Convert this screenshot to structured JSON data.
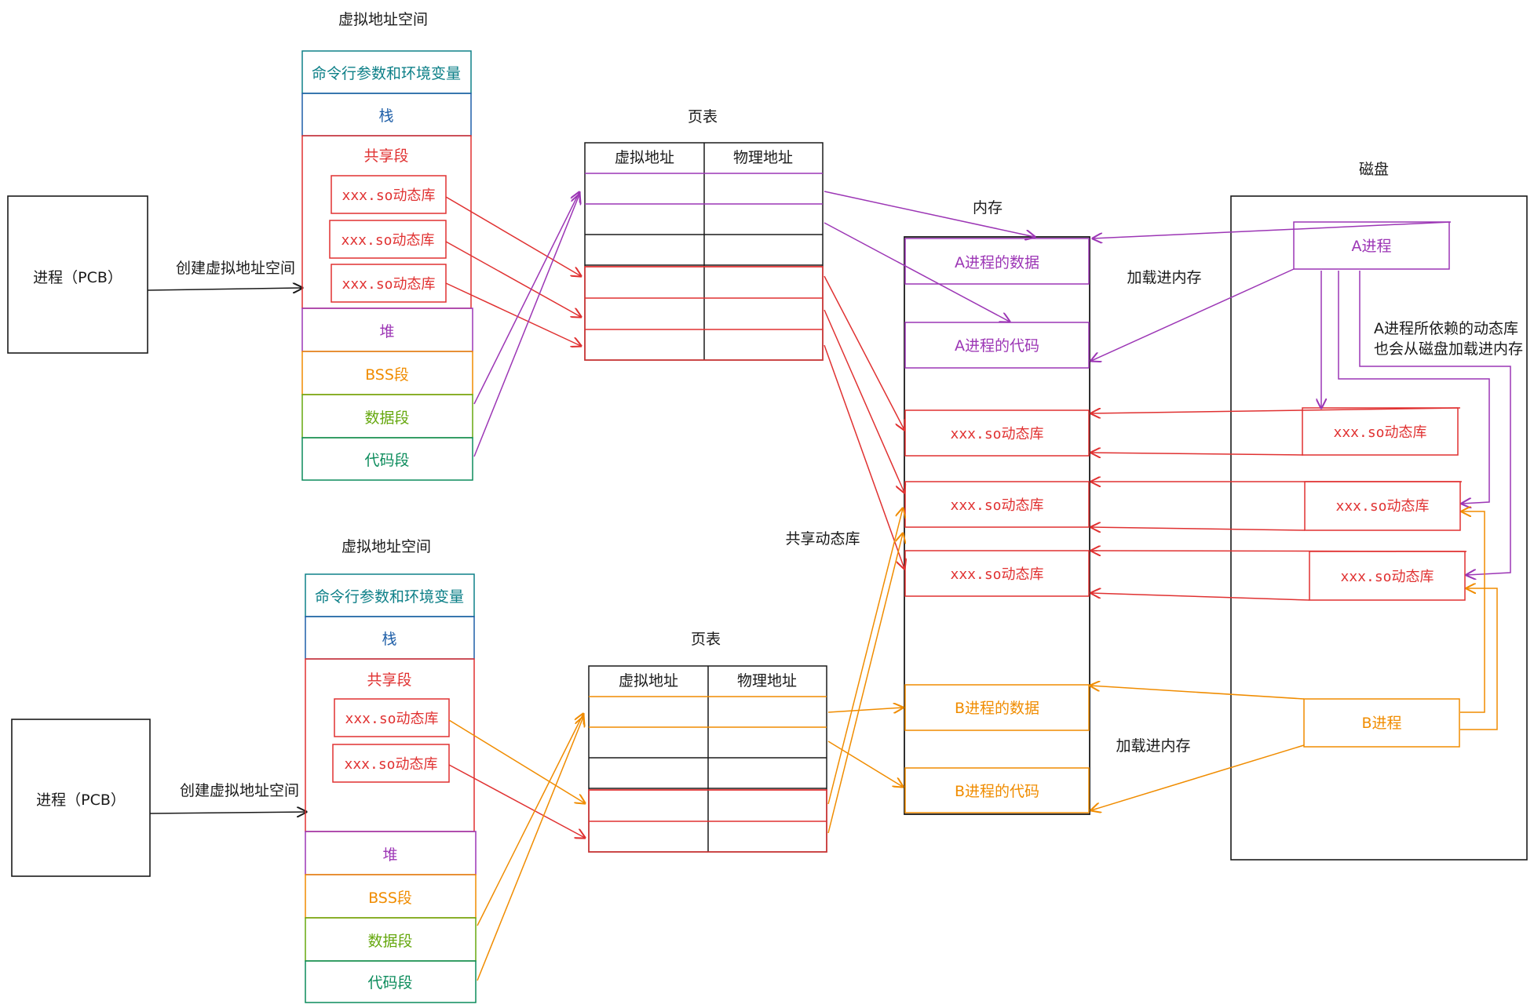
{
  "colors": {
    "black": "#1a1a1a",
    "teal": "#0e8088",
    "blue": "#1f5fa8",
    "red": "#e03131",
    "purple": "#9c36b5",
    "orange": "#f08c00",
    "green": "#66a80f",
    "darkgreen": "#0c8c5c"
  },
  "process_a": {
    "pcb_label": "进程（PCB）",
    "create_label": "创建虚拟地址空间",
    "vas_title": "虚拟地址空间",
    "segments": {
      "args": "命令行参数和环境变量",
      "stack": "栈",
      "shared": "共享段",
      "libs": [
        "xxx.so动态库",
        "xxx.so动态库",
        "xxx.so动态库"
      ],
      "heap": "堆",
      "bss": "BSS段",
      "data": "数据段",
      "code": "代码段"
    },
    "page_table": {
      "title": "页表",
      "col_virtual": "虚拟地址",
      "col_physical": "物理地址"
    }
  },
  "process_b": {
    "pcb_label": "进程（PCB）",
    "create_label": "创建虚拟地址空间",
    "vas_title": "虚拟地址空间",
    "segments": {
      "args": "命令行参数和环境变量",
      "stack": "栈",
      "shared": "共享段",
      "libs": [
        "xxx.so动态库",
        "xxx.so动态库"
      ],
      "heap": "堆",
      "bss": "BSS段",
      "data": "数据段",
      "code": "代码段"
    },
    "page_table": {
      "title": "页表",
      "col_virtual": "虚拟地址",
      "col_physical": "物理地址"
    }
  },
  "memory": {
    "title": "内存",
    "blocks": {
      "a_data": "A进程的数据",
      "a_code": "A进程的代码",
      "lib1": "xxx.so动态库",
      "lib2": "xxx.so动态库",
      "lib3": "xxx.so动态库",
      "b_data": "B进程的数据",
      "b_code": "B进程的代码"
    },
    "shared_lib_label": "共享动态库"
  },
  "disk": {
    "title": "磁盘",
    "a_process": "A进程",
    "b_process": "B进程",
    "libs": [
      "xxx.so动态库",
      "xxx.so动态库",
      "xxx.so动态库"
    ],
    "load_label_a": "加载进内存",
    "load_label_b": "加载进内存",
    "note_line1": "A进程所依赖的动态库",
    "note_line2": "也会从磁盘加载进内存"
  }
}
